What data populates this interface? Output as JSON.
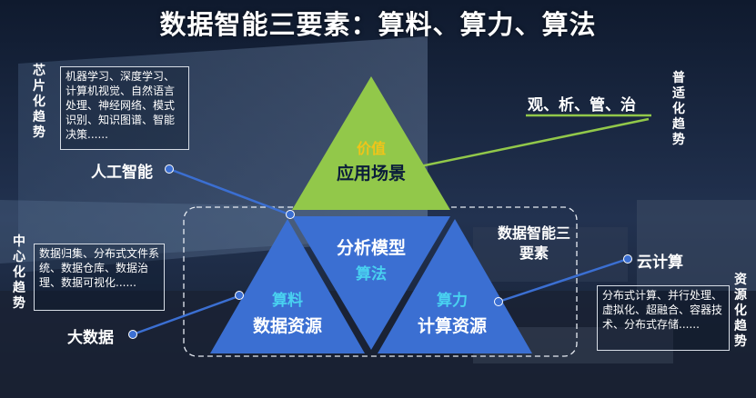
{
  "title": "数据智能三要素：算料、算力、算法",
  "side_labels": {
    "chip_trend": "芯片化趋势",
    "center_trend": "中心化趋势",
    "universal_trend": "普适化趋势",
    "resource_trend": "资源化趋势"
  },
  "boxes": {
    "ai_fields": "机器学习、深度学习、计算机视觉、自然语言处理、神经网络、模式识别、知识图谱、智能决策......",
    "big_data": "数据归集、分布式文件系统、数据仓库、数据治理、数据可视化......",
    "cloud": "分布式计算、并行处理、虚拟化、超融合、容器技术、分布式存储......"
  },
  "labels": {
    "ai": "人工智能",
    "big_data": "大数据",
    "cloud": "云计算",
    "applications": "观、析、管、治",
    "three_elements": "数据智能三要素"
  },
  "triangles": {
    "top": {
      "title": "价值",
      "subtitle": "应用场景"
    },
    "center": {
      "title": "分析模型",
      "subtitle": "算法"
    },
    "left": {
      "title": "算料",
      "subtitle": "数据资源"
    },
    "right": {
      "title": "算力",
      "subtitle": "计算资源"
    }
  },
  "colors": {
    "green": "#92c84a",
    "blue": "#3b6fd2",
    "gold": "#f0c419",
    "cyan": "#49d1f0",
    "dark_text": "#0b1d3a"
  }
}
